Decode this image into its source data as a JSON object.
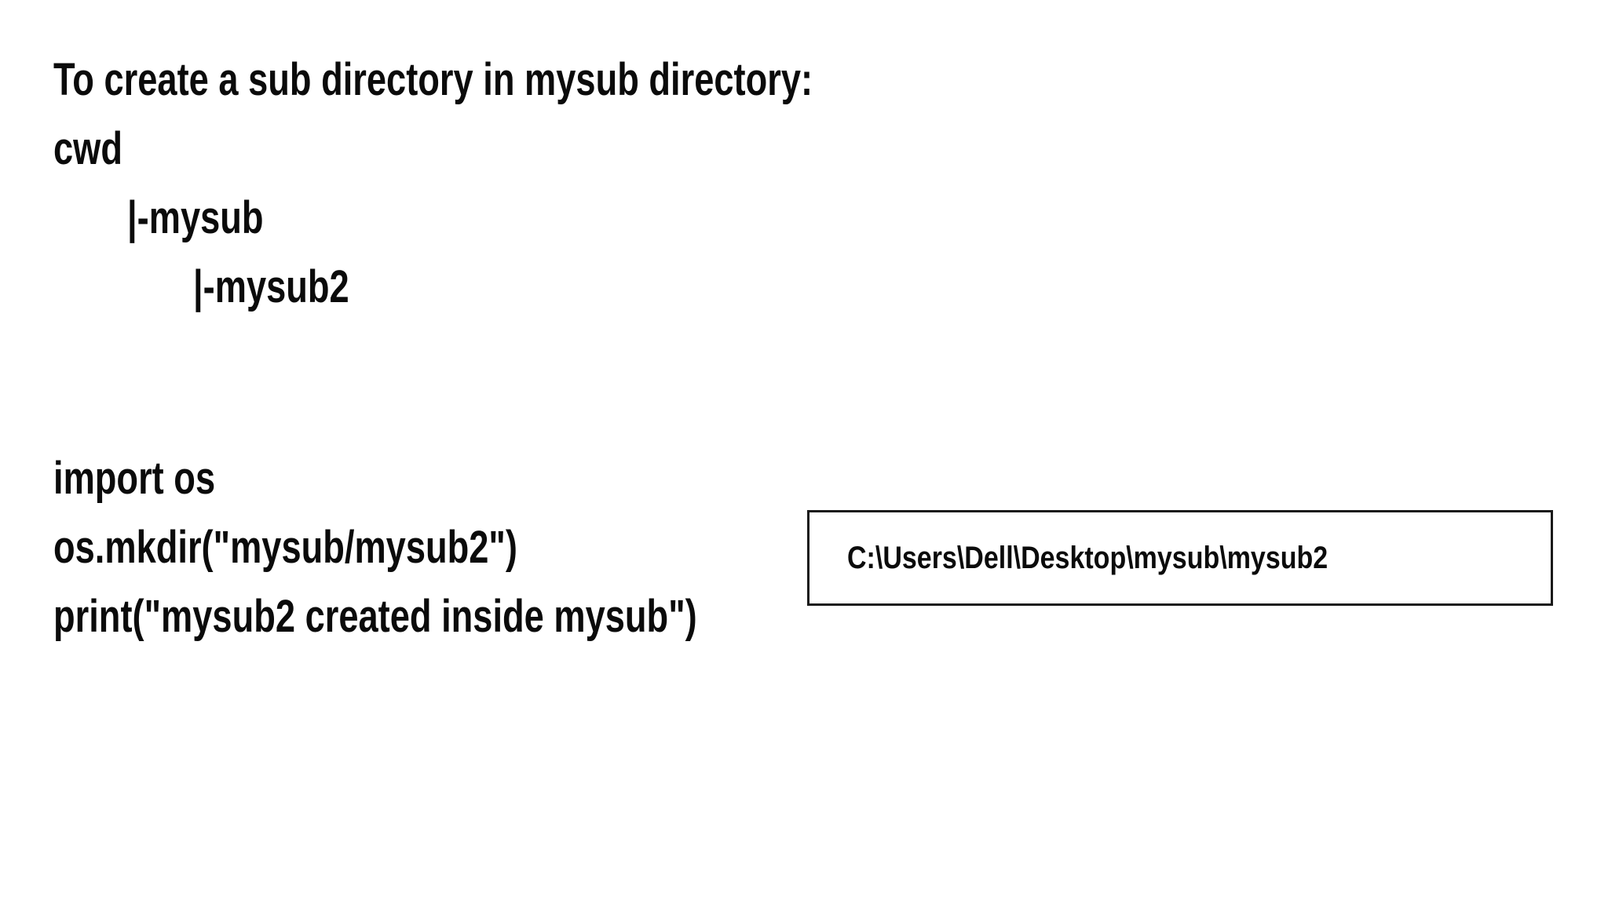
{
  "page": {
    "background": "#ffffff",
    "text_color": "#0b0b0b",
    "box_border_color": "#1a1a1a"
  },
  "heading": {
    "text": "To create a sub directory in mysub directory:"
  },
  "directory_tree": {
    "root": "cwd",
    "items": [
      {
        "label": "|-mysub",
        "level": 1
      },
      {
        "label": "|-mysub2",
        "level": 2
      }
    ]
  },
  "code_block": {
    "lines": [
      "import os",
      "os.mkdir(\"mysub/mysub2\")",
      "print(\"mysub2 created inside mysub\")"
    ]
  },
  "output_box": {
    "path": "C:\\Users\\Dell\\Desktop\\mysub\\mysub2"
  }
}
